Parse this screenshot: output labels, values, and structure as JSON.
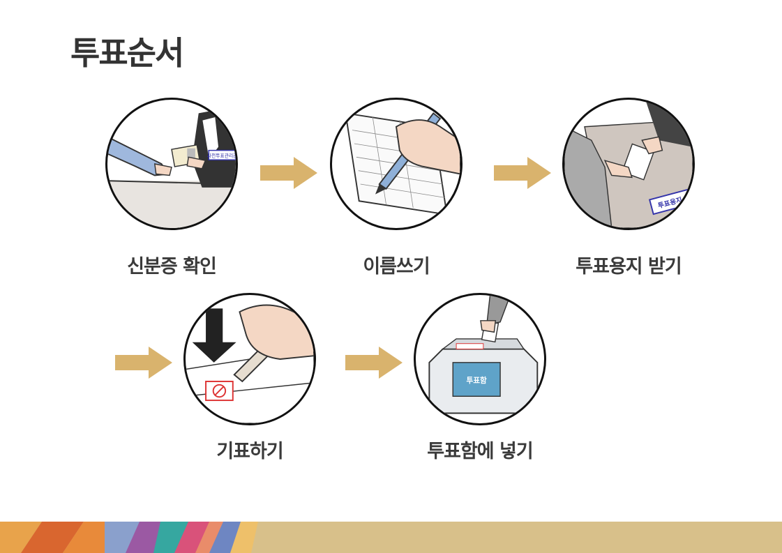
{
  "title": "투표순서",
  "steps": [
    {
      "label": "신분증 확인",
      "illustration": "id-check-illustration"
    },
    {
      "label": "이름쓰기",
      "illustration": "sign-name-illustration"
    },
    {
      "label": "투표용지 받기",
      "illustration": "receive-ballot-illustration"
    },
    {
      "label": "기표하기",
      "illustration": "stamp-ballot-illustration"
    },
    {
      "label": "투표함에 넣기",
      "illustration": "ballot-box-illustration"
    }
  ],
  "illustration_text": {
    "badge_official": "사전투표관리관",
    "table_sign": "투표용지",
    "box_label": "투표함"
  },
  "colors": {
    "arrow": "#d9b36d",
    "title": "#333333",
    "label": "#3a3a3a",
    "footer": "#d8c08a"
  }
}
